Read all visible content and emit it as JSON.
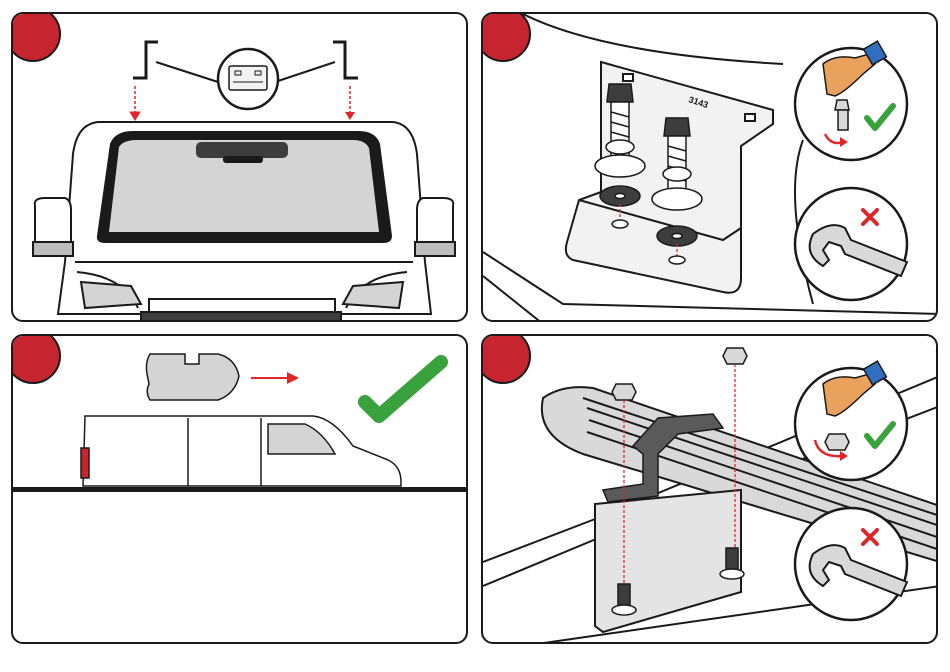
{
  "colors": {
    "step_marker": "#c6242f",
    "correct": "#3aa23c",
    "incorrect": "#e0262b",
    "arrow": "#e0262b",
    "windshield_glass": "#d4d4d4",
    "metal": "#d9d9d9",
    "dark_part": "#3d3d3d",
    "skin": "#e8a25c",
    "sleeve": "#2f6fbd"
  },
  "panels": [
    {
      "id": "step-1",
      "content": "bracket-alignment-over-windshield"
    },
    {
      "id": "step-2",
      "content": "bolt-washer-assembly",
      "badges": [
        "check-icon",
        "cross-icon"
      ]
    },
    {
      "id": "step-3",
      "content": "profile-direction",
      "badges": [
        "check-icon",
        "cross-icon"
      ]
    },
    {
      "id": "step-4",
      "content": "crossbar-mounting",
      "badges": [
        "check-icon",
        "cross-icon"
      ]
    }
  ],
  "bracket_code": "3143"
}
